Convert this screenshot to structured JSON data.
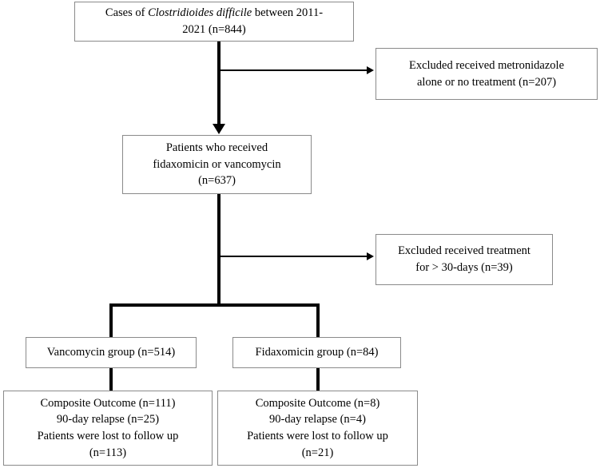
{
  "figure": {
    "type": "flowchart",
    "orientation": "top-down",
    "title_text": "",
    "line_color": "#000000",
    "box_border_color": "#8a8a8a",
    "background_color": "#ffffff"
  },
  "nodes": {
    "cases": {
      "line1_pre": "Cases of ",
      "line1_italic": "Clostridioides difficile",
      "line1_post": " between 2011-",
      "line2": "2021 (n=844)",
      "count": 844
    },
    "excluded_metronidazole": {
      "text": "Excluded received metronidazole\nalone or no treatment (n=207)",
      "count": 207
    },
    "received_treatment": {
      "text": "Patients who received\nfidaxomicin or vancomycin\n(n=637)",
      "count": 637
    },
    "excluded_30days": {
      "text": "Excluded received treatment\nfor > 30-days (n=39)",
      "count": 39
    },
    "vancomycin_group": {
      "text": "Vancomycin group (n=514)",
      "count": 514
    },
    "fidaxomicin_group": {
      "text": "Fidaxomicin group (n=84)",
      "count": 84
    },
    "vancomycin_outcomes": {
      "text": "Composite Outcome (n=111)\n90-day relapse (n=25)\nPatients were lost to follow up\n(n=113)",
      "composite_outcome": 111,
      "relapse_90_day": 25,
      "lost_to_follow_up": 113
    },
    "fidaxomicin_outcomes": {
      "text": "Composite Outcome (n=8)\n90-day relapse (n=4)\nPatients were lost to follow up\n(n=21)",
      "composite_outcome": 8,
      "relapse_90_day": 4,
      "lost_to_follow_up": 21
    }
  }
}
